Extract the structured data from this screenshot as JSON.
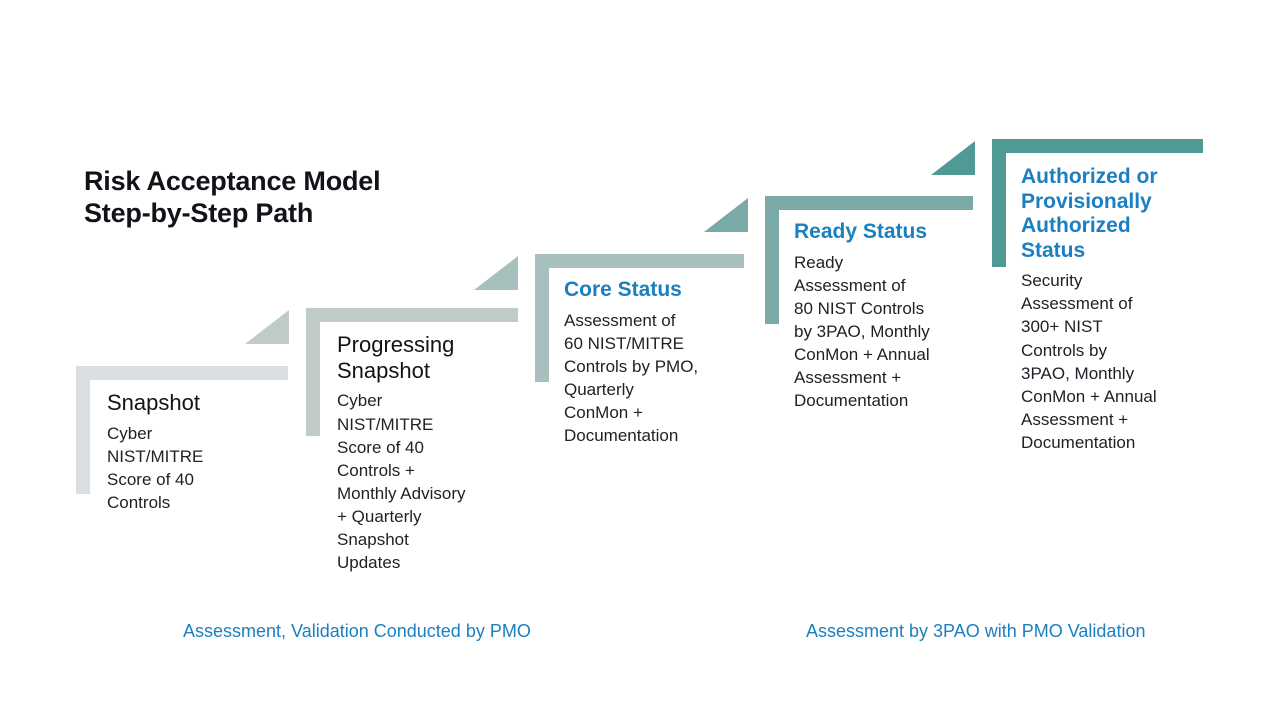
{
  "title": "Risk Acceptance Model\nStep-by-Step Path",
  "colors": {
    "heading_blue": "#1b7fc0",
    "body_text": "#1d2026",
    "title_text": "#111318",
    "step1": "#dcdfe1",
    "step2": "#bfcbc9",
    "step3": "#a7c0be",
    "step4": "#79aaa8",
    "step5": "#4f9a94",
    "caption": "#1b7fc0",
    "background": "#ffffff"
  },
  "steps": [
    {
      "id": "snapshot",
      "title": "Snapshot",
      "description": "Cyber\nNIST/MITRE\nScore of 40\nControls",
      "color": "#dcdfe1",
      "title_style": "plain"
    },
    {
      "id": "progressing-snapshot",
      "title": "Progressing\nSnapshot",
      "description": "Cyber\nNIST/MITRE\nScore of 40\nControls +\nMonthly Advisory\n+ Quarterly\nSnapshot\nUpdates",
      "color": "#bfcbc9",
      "title_style": "plain"
    },
    {
      "id": "core-status",
      "title": "Core Status",
      "description": "Assessment of\n60 NIST/MITRE\nControls by PMO,\nQuarterly\nConMon +\nDocumentation",
      "color": "#a7c0be",
      "title_style": "accent"
    },
    {
      "id": "ready-status",
      "title": "Ready Status",
      "description": "Ready\nAssessment of\n80 NIST Controls\nby 3PAO, Monthly\nConMon + Annual\nAssessment +\nDocumentation",
      "color": "#79aaa8",
      "title_style": "accent"
    },
    {
      "id": "authorized-status",
      "title": "Authorized or\nProvisionally\nAuthorized\nStatus",
      "description": "Security\nAssessment of\n300+ NIST\nControls by\n3PAO, Monthly\nConMon + Annual\nAssessment +\nDocumentation",
      "color": "#4f9a94",
      "title_style": "accent"
    }
  ],
  "captions": {
    "left": "Assessment, Validation Conducted by PMO",
    "right": "Assessment by 3PAO with PMO Validation"
  }
}
